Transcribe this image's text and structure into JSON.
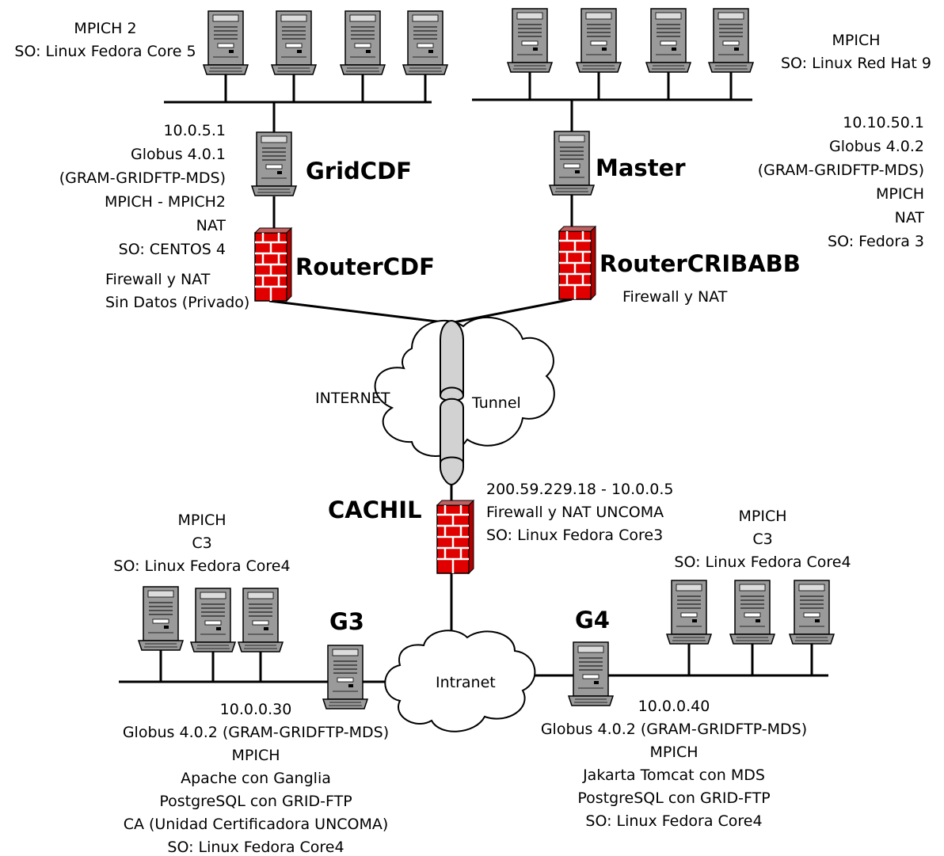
{
  "colors": {
    "firewall_red": "#e00000",
    "server_gray": "#9a9a9a",
    "tunnel_gray": "#d2d2d2",
    "cloud_white": "#ffffff"
  },
  "icons": {
    "server": "server-icon",
    "firewall": "firewall-icon",
    "cloud": "cloud-icon",
    "tunnel": "tunnel-icon"
  },
  "nodes": {
    "gridcdf": "GridCDF",
    "master": "Master",
    "router_cdf": "RouterCDF",
    "router_cribabb": "RouterCRIBABB",
    "cachil": "CACHIL",
    "g3": "G3",
    "g4": "G4"
  },
  "clouds": {
    "internet": "INTERNET",
    "tunnel": "Tunnel",
    "intranet": "Intranet"
  },
  "cdf_cluster": [
    "MPICH 2",
    "SO: Linux Fedora Core 5"
  ],
  "master_cluster": [
    "MPICH",
    "SO: Linux Red Hat 9"
  ],
  "gridcdf_info": [
    "10.0.5.1",
    "Globus 4.0.1",
    "(GRAM-GRIDFTP-MDS)",
    "MPICH - MPICH2",
    "NAT",
    "SO: CENTOS 4"
  ],
  "master_info": [
    "10.10.50.1",
    "Globus 4.0.2",
    "(GRAM-GRIDFTP-MDS)",
    "MPICH",
    "NAT",
    "SO: Fedora 3"
  ],
  "router_cdf_info": [
    "Firewall y NAT",
    "Sin Datos (Privado)"
  ],
  "router_cribabb_info": [
    "Firewall y NAT"
  ],
  "cachil_info": [
    "200.59.229.18 - 10.0.0.5",
    "Firewall y NAT UNCOMA",
    "SO: Linux Fedora Core3"
  ],
  "g3_cluster": [
    "MPICH",
    "C3",
    "SO: Linux Fedora Core4"
  ],
  "g4_cluster": [
    "MPICH",
    "C3",
    "SO: Linux Fedora Core4"
  ],
  "g3_info": [
    "10.0.0.30",
    "Globus 4.0.2 (GRAM-GRIDFTP-MDS)",
    "MPICH",
    "Apache con Ganglia",
    "PostgreSQL con GRID-FTP",
    "CA (Unidad Certificadora UNCOMA)",
    "SO: Linux Fedora Core4"
  ],
  "g4_info": [
    "10.0.0.40",
    "Globus 4.0.2 (GRAM-GRIDFTP-MDS)",
    "MPICH",
    "Jakarta Tomcat con MDS",
    "PostgreSQL con GRID-FTP",
    "SO: Linux Fedora Core4"
  ]
}
